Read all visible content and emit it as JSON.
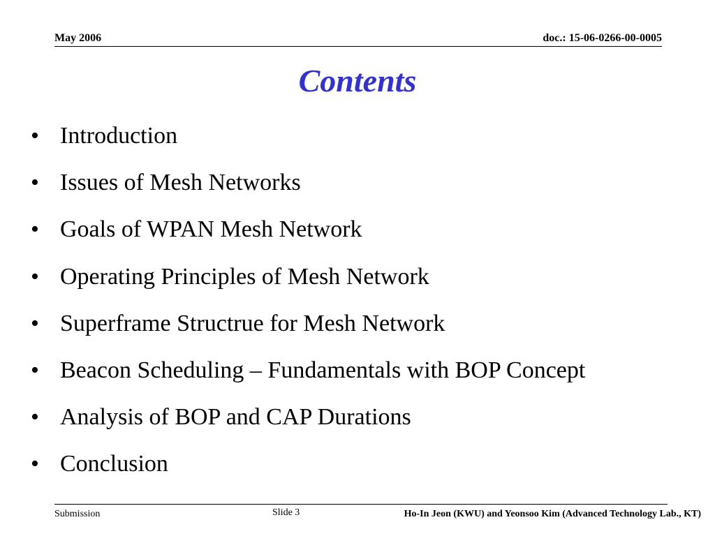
{
  "header": {
    "date": "May 2006",
    "doc_id": "doc.: 15-06-0266-00-0005"
  },
  "title": "Contents",
  "bullets": [
    "Introduction",
    "Issues of Mesh Networks",
    "Goals of WPAN Mesh Network",
    "Operating Principles of Mesh Network",
    "Superframe Structrue for Mesh Network",
    "Beacon Scheduling – Fundamentals with BOP Concept",
    "Analysis of BOP and CAP Durations",
    "Conclusion"
  ],
  "bullet_glyph": "•",
  "footer": {
    "submission": "Submission",
    "slide_number": "Slide 3",
    "authors": "Ho-In Jeon (KWU) and Yeonsoo Kim (Advanced Technology Lab., KT)"
  },
  "colors": {
    "title": "#3333cc",
    "text": "#000000",
    "background": "#ffffff"
  }
}
